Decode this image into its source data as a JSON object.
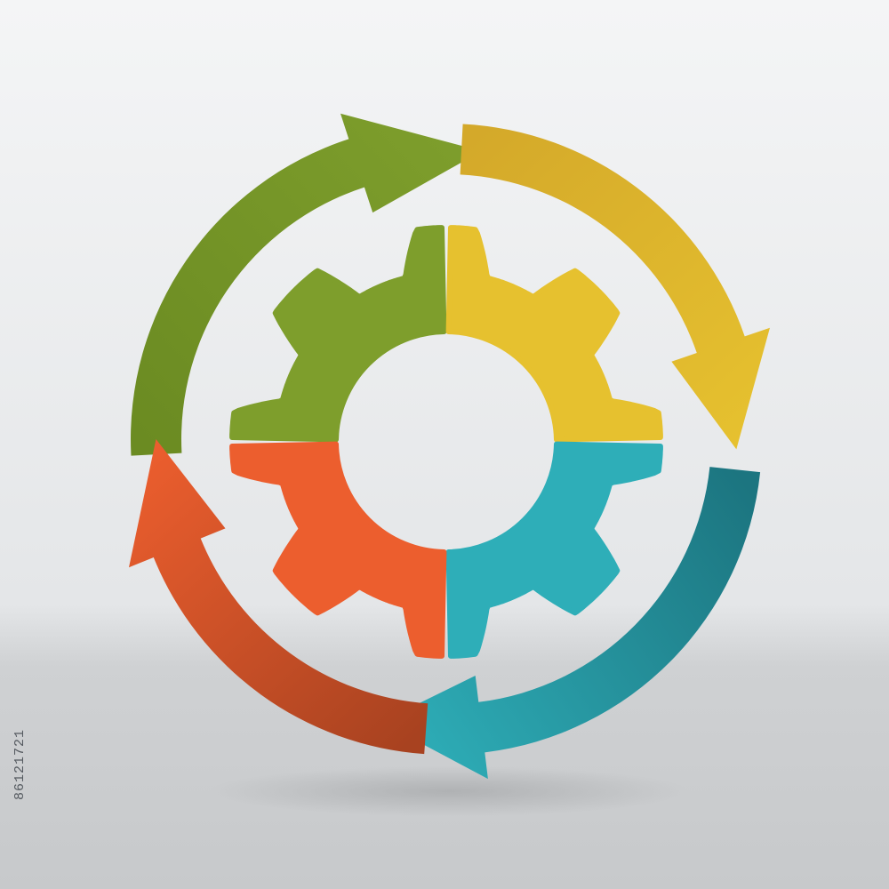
{
  "diagram": {
    "kind": "cycle",
    "rotation": "clockwise",
    "segments": [
      {
        "id": "top-left",
        "color": "#7e9e2c",
        "shade": "#6b8b22"
      },
      {
        "id": "top-right",
        "color": "#e6c12f",
        "shade": "#d4a92a"
      },
      {
        "id": "bottom-right",
        "color": "#2eaeb8",
        "shade": "#1c7580"
      },
      {
        "id": "bottom-left",
        "color": "#ec5e2e",
        "shade": "#a84220"
      }
    ],
    "center_gear": {
      "teeth": 8,
      "split_into": 4
    }
  },
  "stock_id": "86121721"
}
